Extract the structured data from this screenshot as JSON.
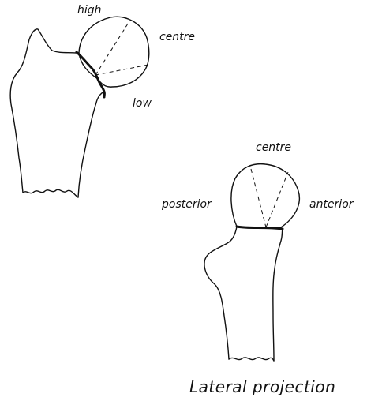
{
  "upper_drawing": {
    "labels": {
      "high": "high",
      "centre": "centre",
      "low": "low"
    }
  },
  "lower_drawing": {
    "labels": {
      "centre": "centre",
      "posterior": "posterior",
      "anterior": "anterior"
    }
  },
  "caption": "Lateral projection"
}
